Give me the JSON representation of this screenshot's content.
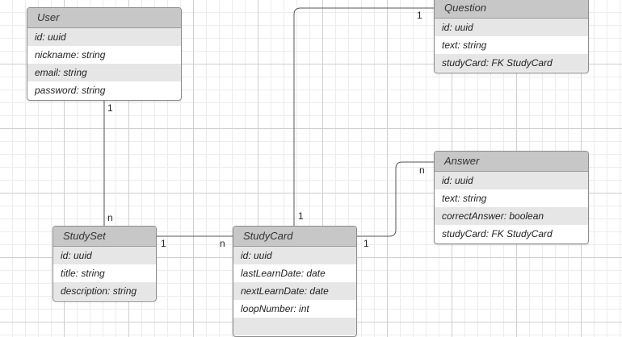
{
  "entities": {
    "user": {
      "name": "User",
      "attributes": [
        "id: uuid",
        "nickname: string",
        "email: string",
        "password: string"
      ]
    },
    "question": {
      "name": "Question",
      "attributes": [
        "id: uuid",
        "text: string",
        "studyCard: FK StudyCard"
      ]
    },
    "answer": {
      "name": "Answer",
      "attributes": [
        "id: uuid",
        "text: string",
        "correctAnswer: boolean",
        "studyCard: FK StudyCard"
      ]
    },
    "studyset": {
      "name": "StudySet",
      "attributes": [
        "id: uuid",
        "title: string",
        "description: string"
      ]
    },
    "studycard": {
      "name": "StudyCard",
      "attributes": [
        "id: uuid",
        "lastLearnDate: date",
        "nextLearnDate: date",
        "loopNumber: int",
        ""
      ]
    }
  },
  "multiplicities": {
    "user_studyset_one": "1",
    "user_studyset_many": "n",
    "studyset_studycard_one": "1",
    "studyset_studycard_many": "n",
    "studycard_question_one": "1",
    "question_studycard_one": "1",
    "studycard_answer_one": "1",
    "answer_studycard_many": "n"
  },
  "colors": {
    "header": "#c7c7c7",
    "row_alt": "#e6e6e6",
    "border": "#8c8c8c",
    "connector": "#555555"
  }
}
